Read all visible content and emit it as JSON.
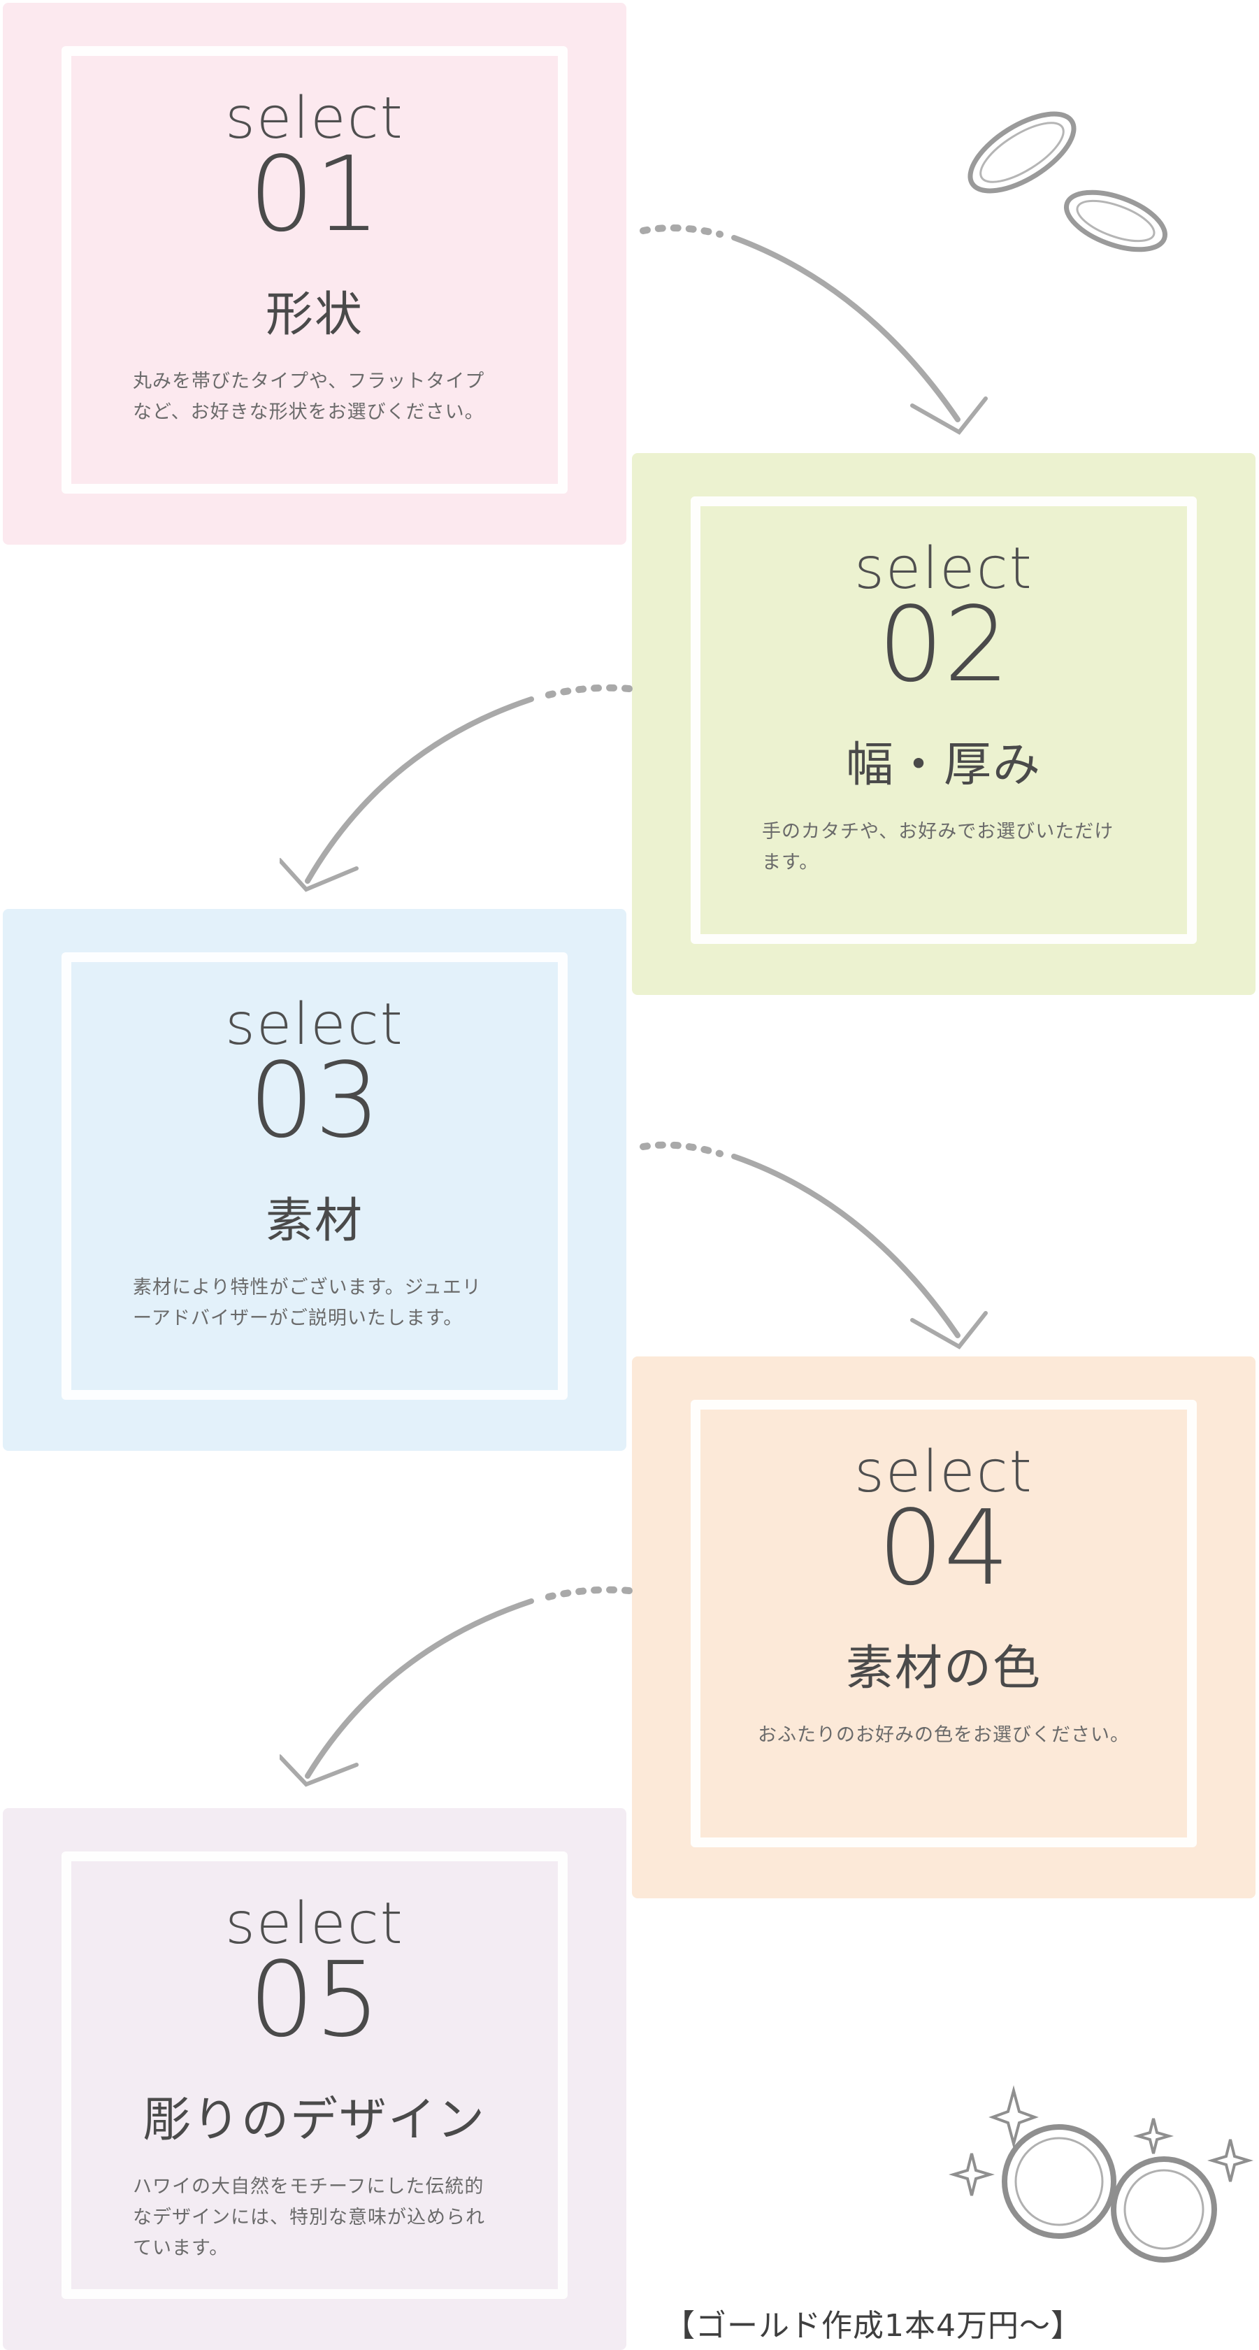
{
  "cards": [
    {
      "select": "select",
      "number": "01",
      "heading": "形状",
      "desc_lines": [
        "丸みを帯びたタイプや、フラットタイプ",
        "など、お好きな形状をお選びください。"
      ],
      "bg": "#fce9ef"
    },
    {
      "select": "select",
      "number": "02",
      "heading": "幅・厚み",
      "desc_lines": [
        "手のカタチや、お好みでお選びいただけ",
        "ます。"
      ],
      "bg": "#ecf2d0"
    },
    {
      "select": "select",
      "number": "03",
      "heading": "素材",
      "desc_lines": [
        "素材により特性がございます。ジュエリ",
        "ーアドバイザーがご説明いたします。"
      ],
      "bg": "#e3f1fa"
    },
    {
      "select": "select",
      "number": "04",
      "heading": "素材の色",
      "desc_lines": [
        "おふたりのお好みの色をお選びください。"
      ],
      "bg": "#fce9d8"
    },
    {
      "select": "select",
      "number": "05",
      "heading": "彫りのデザイン",
      "desc_lines": [
        "ハワイの大自然をモチーフにした伝統的",
        "なデザインには、特別な意味が込められ",
        "ています。"
      ],
      "bg": "#f3ecf3"
    }
  ],
  "footer": {
    "price_note": "【ゴールド作成1本4万円〜】"
  },
  "icons": {
    "rings_top": "wedding-rings-icon",
    "rings_bottom": "sparkling-rings-icon",
    "arrow": "curved-arrow-icon"
  }
}
